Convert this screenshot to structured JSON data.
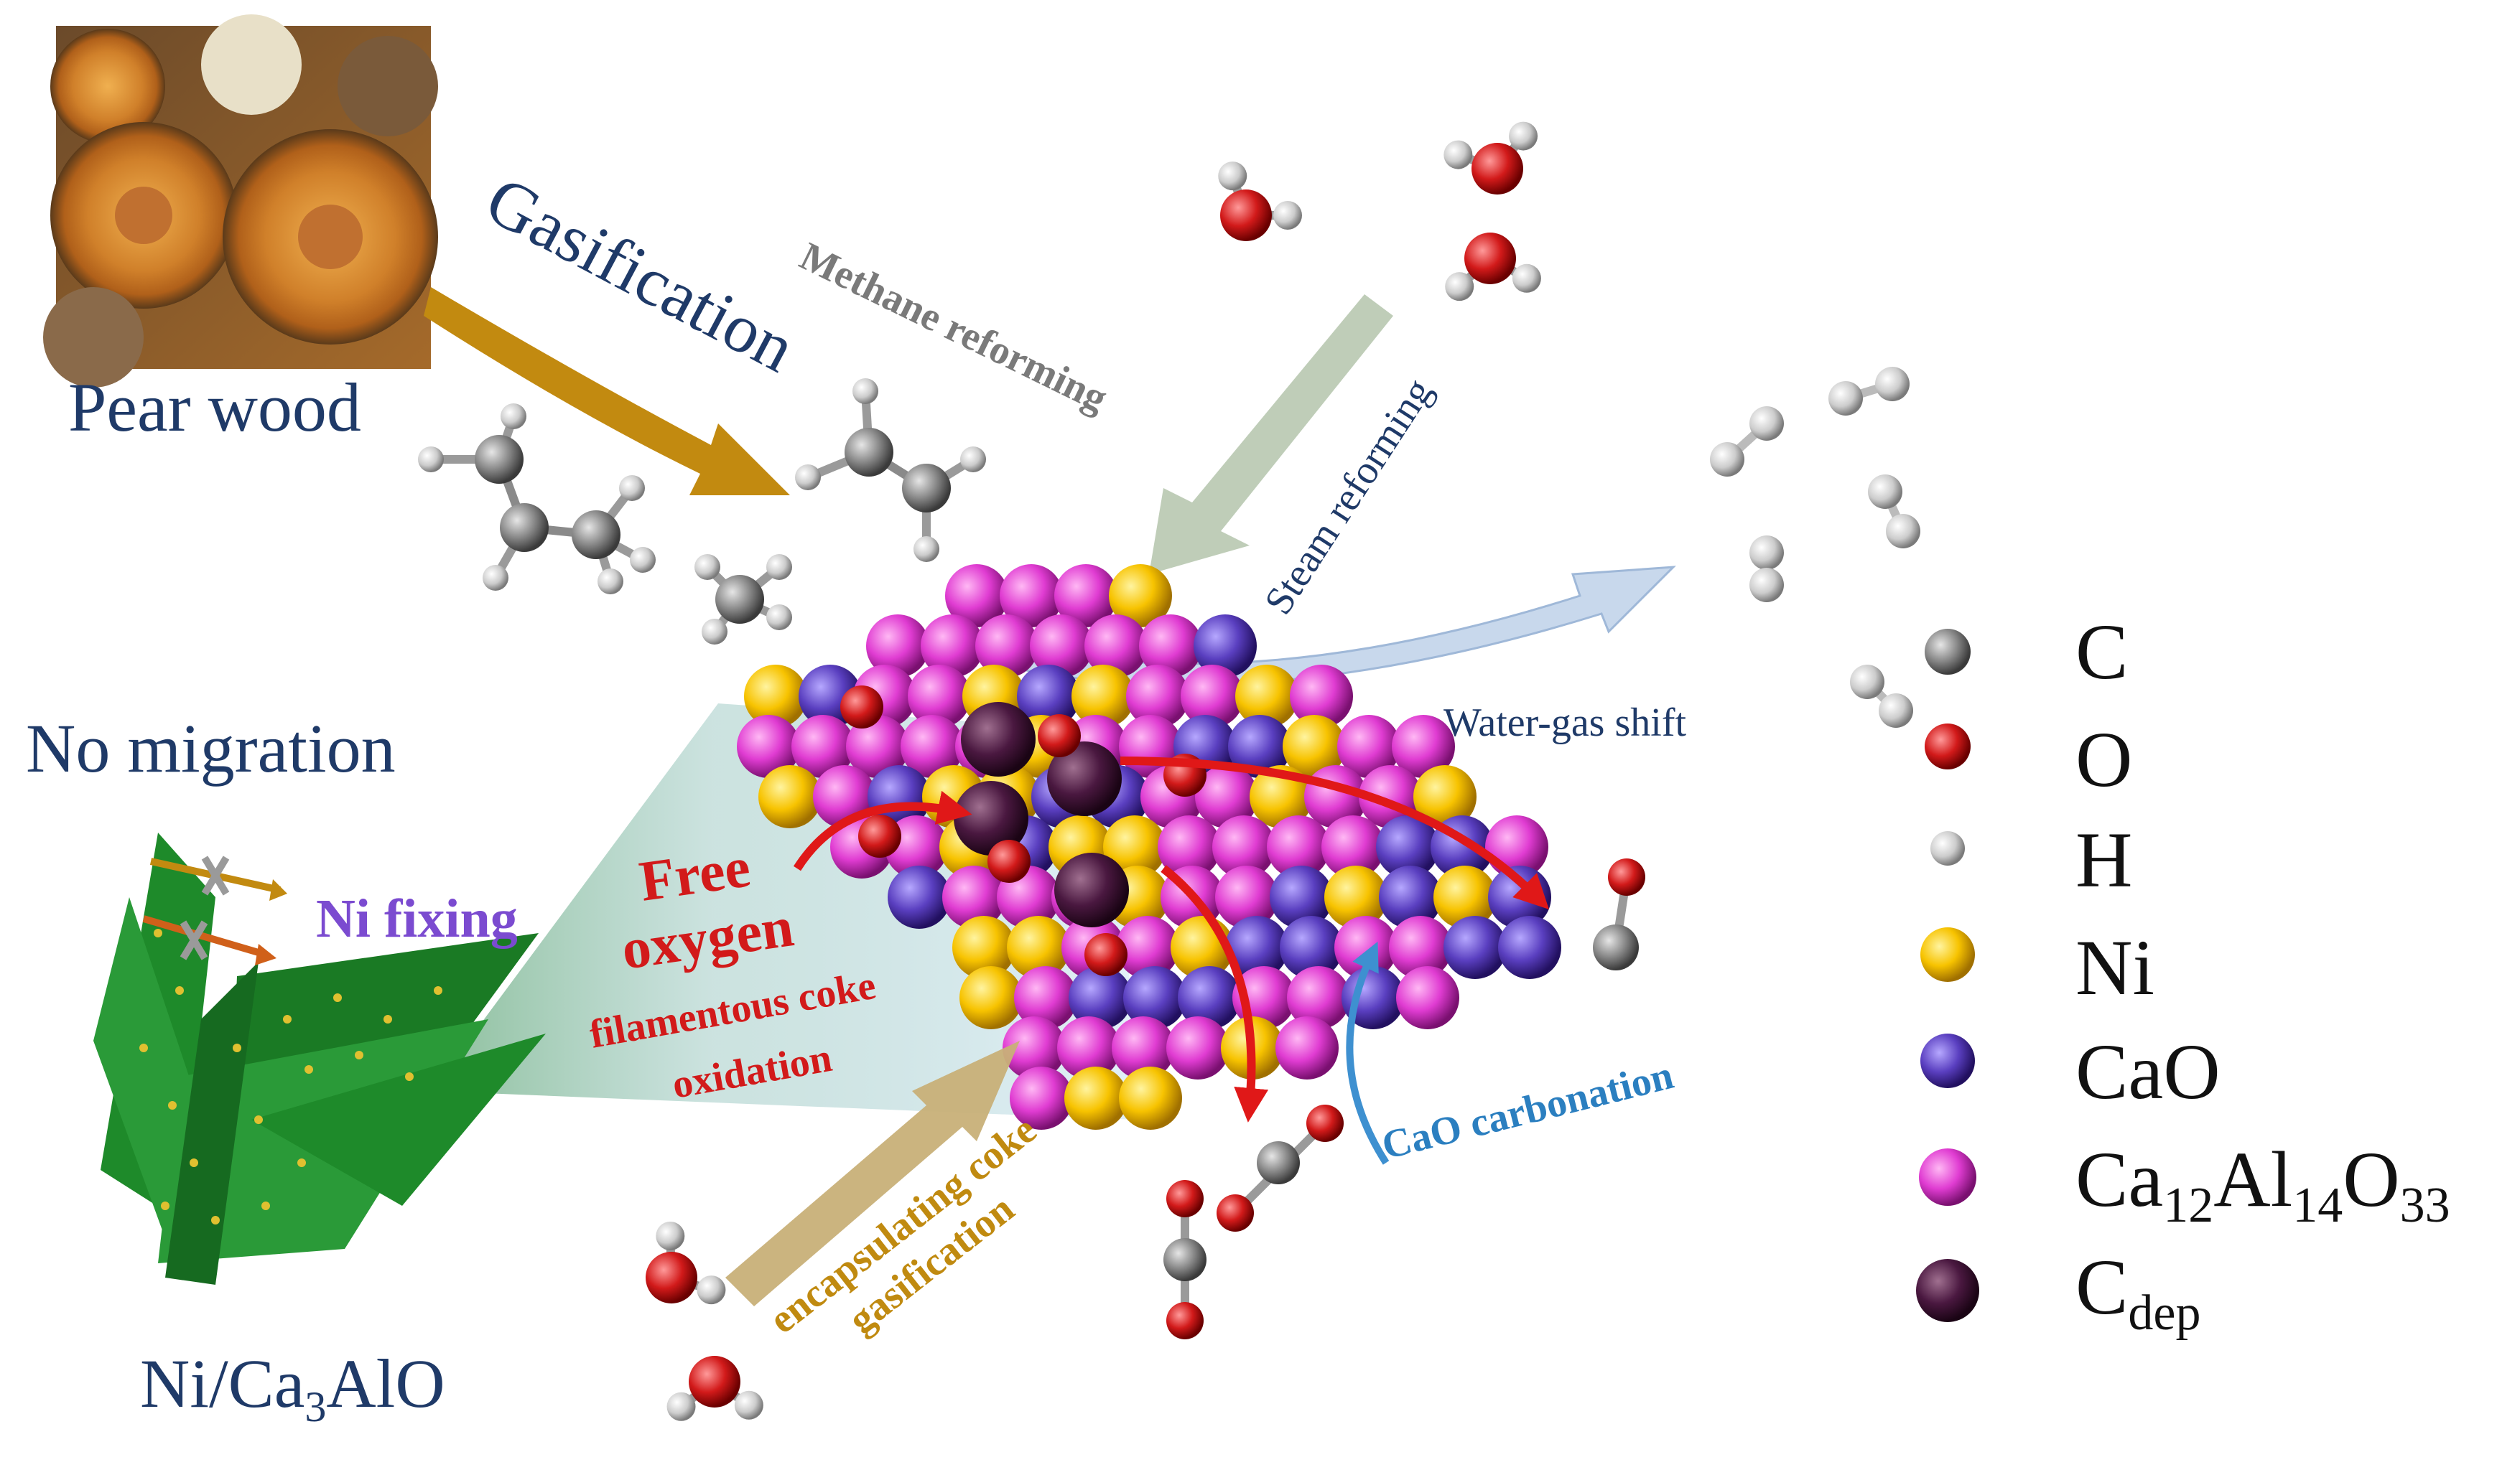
{
  "labels": {
    "pear_wood": "Pear wood",
    "gasification": "Gasification",
    "methane_reforming": "Methane reforming",
    "steam_reforming": "Steam reforming",
    "water_gas_shift": "Water-gas shift",
    "no_migration": "No migration",
    "ni_fixing": "Ni fixing",
    "free": "Free",
    "oxygen": "oxygen",
    "filamentous_coke": "filamentous coke",
    "oxidation": "oxidation",
    "encapsulating_coke": "encapsulating coke",
    "gasification_small": "gasification",
    "cao_carbonation": "CaO carbonation",
    "catalyst_base": "Ni/Ca",
    "catalyst_sub": "3",
    "catalyst_rest": "AlO"
  },
  "legend": [
    {
      "key": "C",
      "color": "#808080"
    },
    {
      "key": "O",
      "color": "#d21a1a"
    },
    {
      "key": "H",
      "color": "#c8c8c8"
    },
    {
      "key": "Ni",
      "color": "#f7c300"
    },
    {
      "key": "CaO",
      "color": "#5a3fc0"
    },
    {
      "key": "Ca12Al14O33",
      "color": "#e03cd2"
    },
    {
      "key": "Cdep",
      "color": "#4a1840"
    }
  ],
  "legend_text": {
    "c": "C",
    "o": "O",
    "h": "H",
    "ni": "Ni",
    "cao": "CaO",
    "mayenite_ca": "Ca",
    "mayenite_ca_sub": "12",
    "mayenite_al": "Al",
    "mayenite_al_sub": "14",
    "mayenite_o": "O",
    "mayenite_o_sub": "33",
    "cdep": "C",
    "cdep_sub": "dep"
  },
  "colors": {
    "text_navy": "#1f3a68",
    "text_gray": "#7a7a7a",
    "gasification_arrow": "#c28a10",
    "steam_arrow": "#b8c8b0",
    "wgs_arrow": "#c8d8ec",
    "red_arrow": "#e01818",
    "blue_arrow": "#3e90d0",
    "encaps_arrow": "#c8b078",
    "leaf": "#1e8a2a",
    "ni_fixing": "#7b4bd0",
    "free_oxygen": "#d21a1a",
    "cao_carb": "#2b7fc0",
    "encaps_text": "#c08a10"
  }
}
